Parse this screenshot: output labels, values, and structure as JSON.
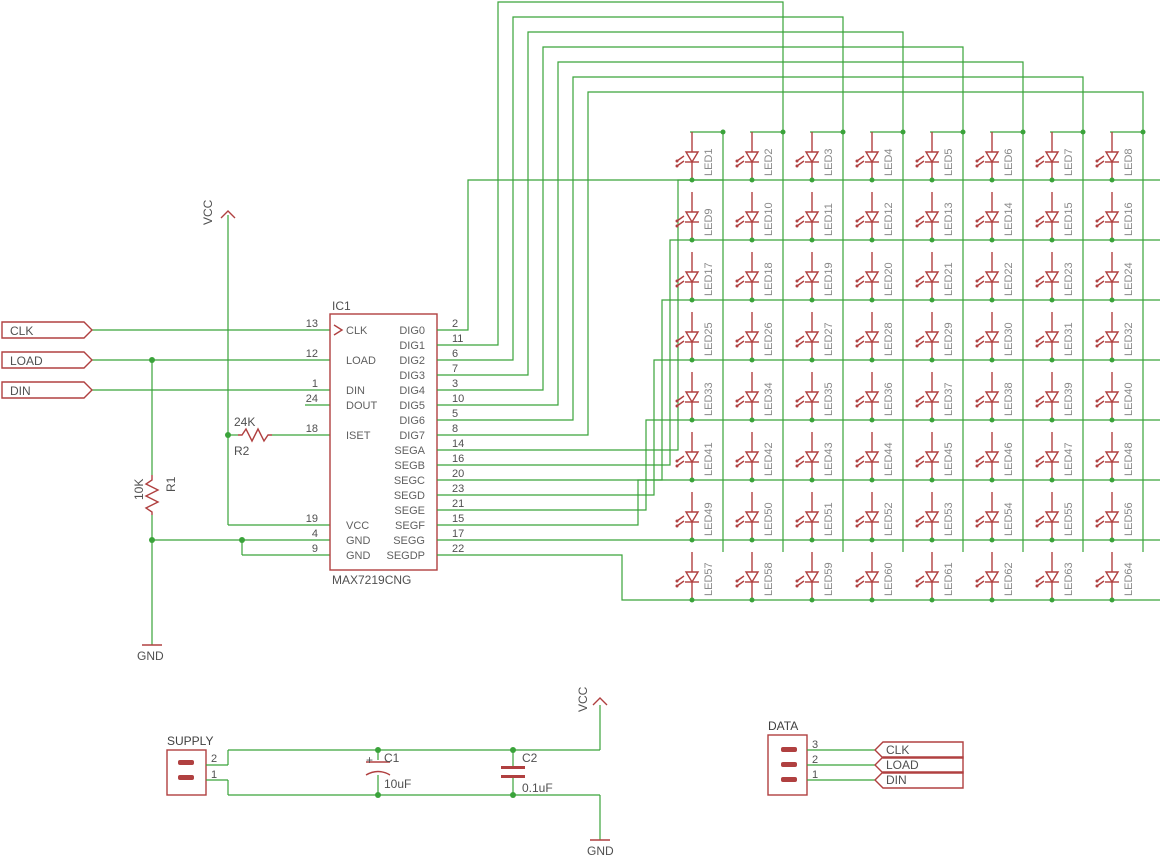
{
  "ic": {
    "designator": "IC1",
    "part": "MAX7219CNG",
    "left_pins": [
      {
        "name": "CLK",
        "num": "13"
      },
      {
        "name": "LOAD",
        "num": "12"
      },
      {
        "name": "DIN",
        "num": "1"
      },
      {
        "name": "DOUT",
        "num": "24"
      },
      {
        "name": "ISET",
        "num": "18"
      },
      {
        "name": "VCC",
        "num": "19"
      },
      {
        "name": "GND",
        "num": "4"
      },
      {
        "name": "GND",
        "num": "9"
      }
    ],
    "right_pins": [
      {
        "name": "DIG0",
        "num": "2"
      },
      {
        "name": "DIG1",
        "num": "11"
      },
      {
        "name": "DIG2",
        "num": "6"
      },
      {
        "name": "DIG3",
        "num": "7"
      },
      {
        "name": "DIG4",
        "num": "3"
      },
      {
        "name": "DIG5",
        "num": "10"
      },
      {
        "name": "DIG6",
        "num": "5"
      },
      {
        "name": "DIG7",
        "num": "8"
      },
      {
        "name": "SEGA",
        "num": "14"
      },
      {
        "name": "SEGB",
        "num": "16"
      },
      {
        "name": "SEGC",
        "num": "20"
      },
      {
        "name": "SEGD",
        "num": "23"
      },
      {
        "name": "SEGE",
        "num": "21"
      },
      {
        "name": "SEGF",
        "num": "15"
      },
      {
        "name": "SEGG",
        "num": "17"
      },
      {
        "name": "SEGDP",
        "num": "22"
      }
    ]
  },
  "inputs": {
    "clk": "CLK",
    "load": "LOAD",
    "din": "DIN"
  },
  "power": {
    "vcc_top": "VCC",
    "gnd_left": "GND",
    "vcc_bottom": "VCC",
    "gnd_bottom": "GND"
  },
  "r1": {
    "name": "R1",
    "value": "10K"
  },
  "r2": {
    "name": "R2",
    "value": "24K"
  },
  "supply": {
    "title": "SUPPLY",
    "pin2": "2",
    "pin1": "1"
  },
  "c1": {
    "name": "C1",
    "value": "10uF",
    "polarity": "+"
  },
  "c2": {
    "name": "C2",
    "value": "0.1uF"
  },
  "data_conn": {
    "title": "DATA",
    "pins": [
      "3",
      "2",
      "1"
    ],
    "labels": [
      "CLK",
      "LOAD",
      "DIN"
    ]
  },
  "leds": [
    "LED1",
    "LED2",
    "LED3",
    "LED4",
    "LED5",
    "LED6",
    "LED7",
    "LED8",
    "LED9",
    "LED10",
    "LED11",
    "LED12",
    "LED13",
    "LED14",
    "LED15",
    "LED16",
    "LED17",
    "LED18",
    "LED19",
    "LED20",
    "LED21",
    "LED22",
    "LED23",
    "LED24",
    "LED25",
    "LED26",
    "LED27",
    "LED28",
    "LED29",
    "LED30",
    "LED31",
    "LED32",
    "LED33",
    "LED34",
    "LED35",
    "LED36",
    "LED37",
    "LED38",
    "LED39",
    "LED40",
    "LED41",
    "LED42",
    "LED43",
    "LED44",
    "LED45",
    "LED46",
    "LED47",
    "LED48",
    "LED49",
    "LED50",
    "LED51",
    "LED52",
    "LED53",
    "LED54",
    "LED55",
    "LED56",
    "LED57",
    "LED58",
    "LED59",
    "LED60",
    "LED61",
    "LED62",
    "LED63",
    "LED64"
  ],
  "colors": {
    "wire": "#3aa33a",
    "component": "#b04040",
    "text": "#505050"
  }
}
